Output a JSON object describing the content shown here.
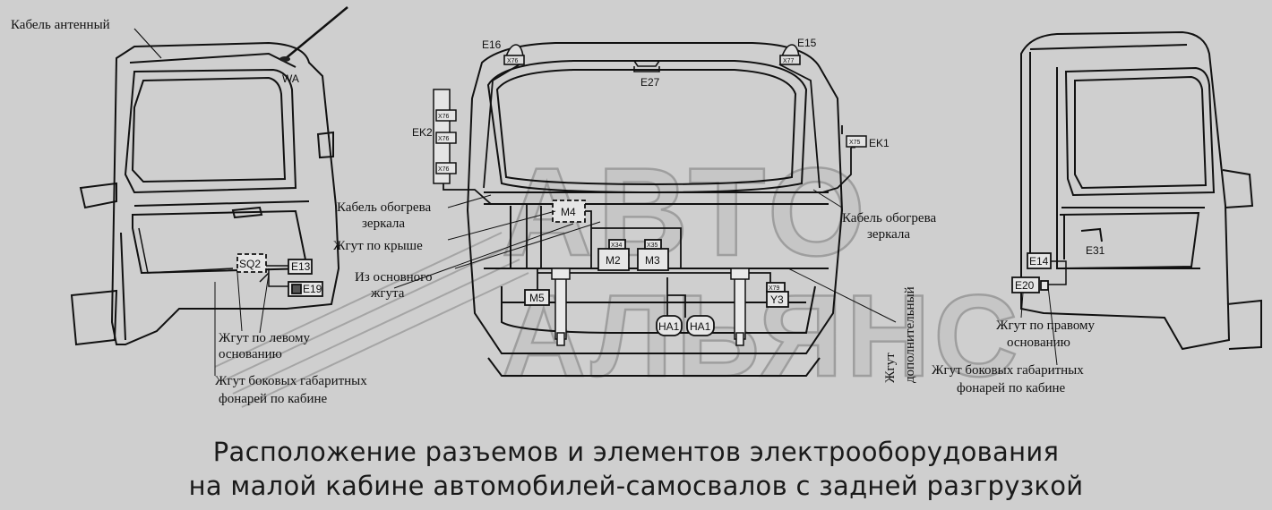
{
  "watermark": {
    "line1": "АВТО",
    "line2": "АЛЬЯНС",
    "color": "#b5b5b5"
  },
  "labels": {
    "cable_antenna": "Кабель антенный",
    "wa": "WA",
    "e16": "E16",
    "e15": "E15",
    "e27": "E27",
    "ek2": "EK2",
    "ek1": "EK1",
    "x76a": "X76",
    "x76b": "X76",
    "x76c": "X76",
    "x75": "X75",
    "x77": "X77",
    "mirror_cable_left_1": "Кабель обогрева",
    "mirror_cable_left_2": "зеркала",
    "mirror_cable_right_1": "Кабель обогрева",
    "mirror_cable_right_2": "зеркала",
    "roof_harness": "Жгут по крыше",
    "main_harness_1": "Из основного",
    "main_harness_2": "жгута",
    "m4": "M4",
    "m2": "M2",
    "m3": "M3",
    "m5": "M5",
    "x34": "X34",
    "x35": "X35",
    "x79": "X79",
    "y3": "Y3",
    "ha1a": "HA1",
    "ha1b": "HA1",
    "sq2": "SQ2",
    "e13": "E13",
    "e19": "E19",
    "e14": "E14",
    "e20": "E20",
    "e31": "E31",
    "left_base_1": "Жгут по левому",
    "left_base_2": "основанию",
    "side_lamps_left_1": "Жгут боковых габаритных",
    "side_lamps_left_2": "фонарей по кабине",
    "additional_1": "Жгут",
    "additional_2": "дополнительный",
    "right_base_1": "Жгут по правому",
    "right_base_2": "основанию",
    "side_lamps_right_1": "Жгут боковых габаритных",
    "side_lamps_right_2": "фонарей по кабине"
  },
  "caption": {
    "line1": "Расположение разъемов и элементов электрооборудования",
    "line2": "на малой кабине автомобилей-самосвалов с задней разгрузкой"
  }
}
